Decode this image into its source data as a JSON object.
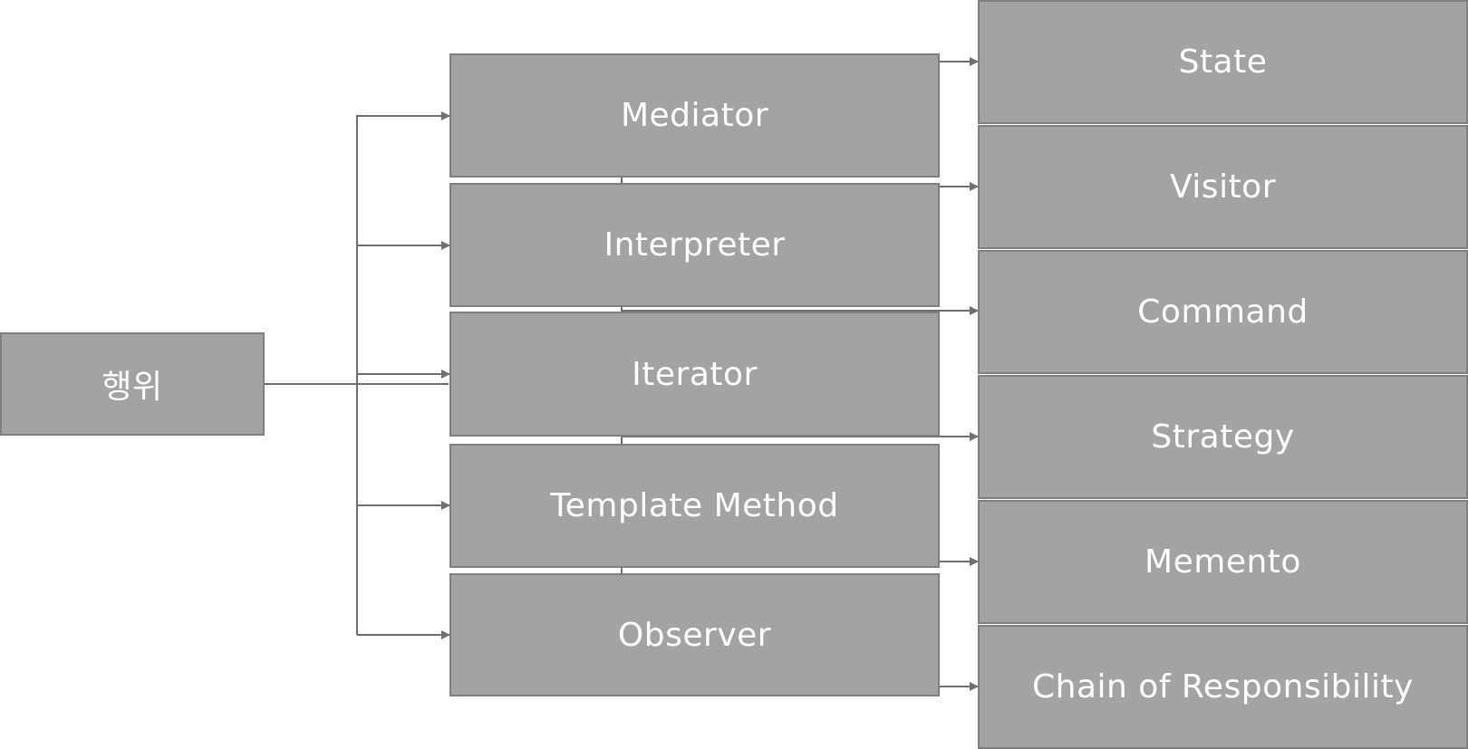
{
  "root": {
    "label": "행위"
  },
  "middle": [
    {
      "key": "mediator",
      "label": "Mediator"
    },
    {
      "key": "interpreter",
      "label": "Interpreter"
    },
    {
      "key": "iterator",
      "label": "Iterator"
    },
    {
      "key": "template-method",
      "label": "Template Method"
    },
    {
      "key": "observer",
      "label": "Observer"
    }
  ],
  "right": [
    {
      "key": "state",
      "label": "State"
    },
    {
      "key": "visitor",
      "label": "Visitor"
    },
    {
      "key": "command",
      "label": "Command"
    },
    {
      "key": "strategy",
      "label": "Strategy"
    },
    {
      "key": "memento",
      "label": "Memento"
    },
    {
      "key": "chain-of-responsibility",
      "label": "Chain of Responsibility"
    }
  ],
  "colors": {
    "box_fill": "#a3a3a3",
    "box_border": "#7f7f7f",
    "connector": "#6f6f6f",
    "text": "#ffffff"
  }
}
